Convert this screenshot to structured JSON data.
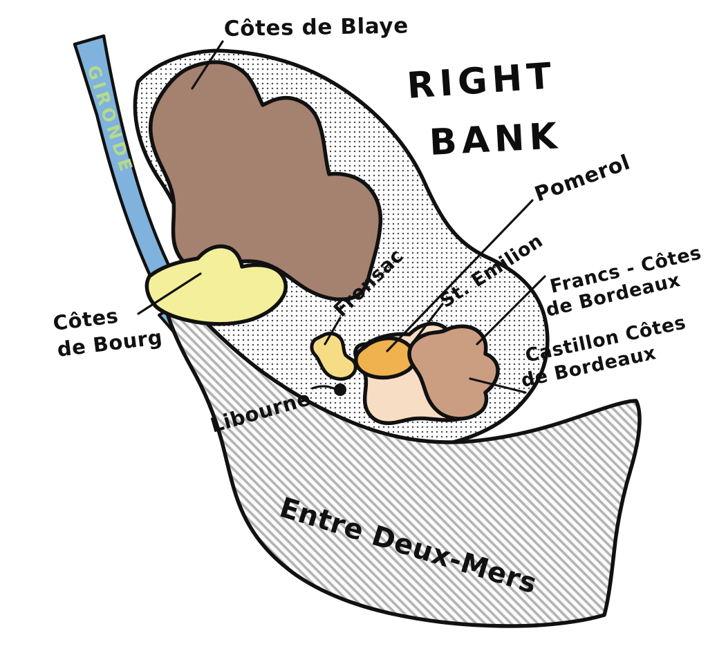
{
  "map": {
    "title": "RIGHT BANK",
    "title_lines": [
      "RIGHT",
      "BANK"
    ],
    "river": {
      "name": "GIRONDE",
      "color": "#7fb2dc",
      "label_color": "#b7d98c"
    },
    "city": {
      "name": "Libourne",
      "marker": "city-dot",
      "marker_color": "#111111"
    },
    "background_color": "#ffffff",
    "landmass": {
      "name": "right-bank-landmass",
      "fill": "#ffffff",
      "texture": "dotted",
      "outline_color": "#111111"
    },
    "regions": [
      {
        "id": "cotes-de-blaye",
        "label": "Côtes de Blaye",
        "color": "#a4826f",
        "texture": "solid"
      },
      {
        "id": "cotes-de-bourg",
        "label_lines": [
          "Côtes",
          "de Bourg"
        ],
        "label": "Côtes de Bourg",
        "color": "#f4ef9a",
        "texture": "solid"
      },
      {
        "id": "fronsac",
        "label": "Fronsac",
        "color": "#f6dd85",
        "texture": "solid"
      },
      {
        "id": "pomerol",
        "label": "Pomerol",
        "color": "#f0b14f",
        "texture": "solid"
      },
      {
        "id": "st-emilion",
        "label": "St. Emilion",
        "color": "#f7ddc4",
        "texture": "solid"
      },
      {
        "id": "castillon-cotes-de-bordeaux",
        "label": "Castillon Côtes de Bordeaux",
        "label_lines": [
          "Castillon Côtes",
          "de Bordeaux"
        ],
        "color": "#cb9e82",
        "texture": "solid"
      },
      {
        "id": "francs-cotes-de-bordeaux",
        "label": "Francs-Côtes de Bordeaux",
        "label_lines": [
          "Francs - Côtes",
          "de Bordeaux"
        ],
        "color": "#cb9e82",
        "texture": "solid"
      },
      {
        "id": "entre-deux-mers",
        "label": "Entre Deux-Mers",
        "color": "#e8e8e8",
        "texture": "diagonal-hatch"
      }
    ]
  }
}
